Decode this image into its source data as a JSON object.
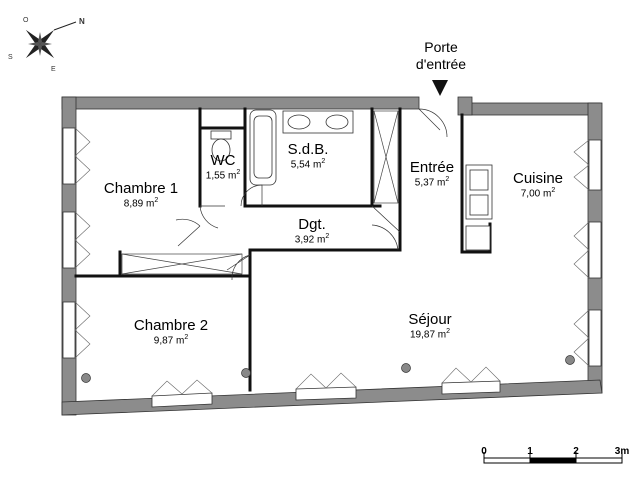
{
  "compass": {
    "north": "N",
    "south": "S",
    "east": "E",
    "west": "O"
  },
  "entrance": {
    "line1": "Porte",
    "line2": "d'entrée"
  },
  "rooms": [
    {
      "id": "chambre-1",
      "name": "Chambre 1",
      "area_value": "8,89 m",
      "area_exp": "2"
    },
    {
      "id": "wc",
      "name": "WC",
      "area_value": "1,55 m",
      "area_exp": "2"
    },
    {
      "id": "sdb",
      "name": "S.d.B.",
      "area_value": "5,54 m",
      "area_exp": "2"
    },
    {
      "id": "entree",
      "name": "Entrée",
      "area_value": "5,37 m",
      "area_exp": "2"
    },
    {
      "id": "cuisine",
      "name": "Cuisine",
      "area_value": "7,00 m",
      "area_exp": "2"
    },
    {
      "id": "dgt",
      "name": "Dgt.",
      "area_value": "3,92 m",
      "area_exp": "2"
    },
    {
      "id": "chambre-2",
      "name": "Chambre 2",
      "area_value": "9,87 m",
      "area_exp": "2"
    },
    {
      "id": "sejour",
      "name": "Séjour",
      "area_value": "19,87 m",
      "area_exp": "2"
    }
  ],
  "scale": {
    "labels": [
      "0",
      "1",
      "2",
      "3m"
    ]
  },
  "colors": {
    "wall": "#8c8c8c",
    "wall_stroke": "#333333",
    "inner_wall": "#111111"
  }
}
